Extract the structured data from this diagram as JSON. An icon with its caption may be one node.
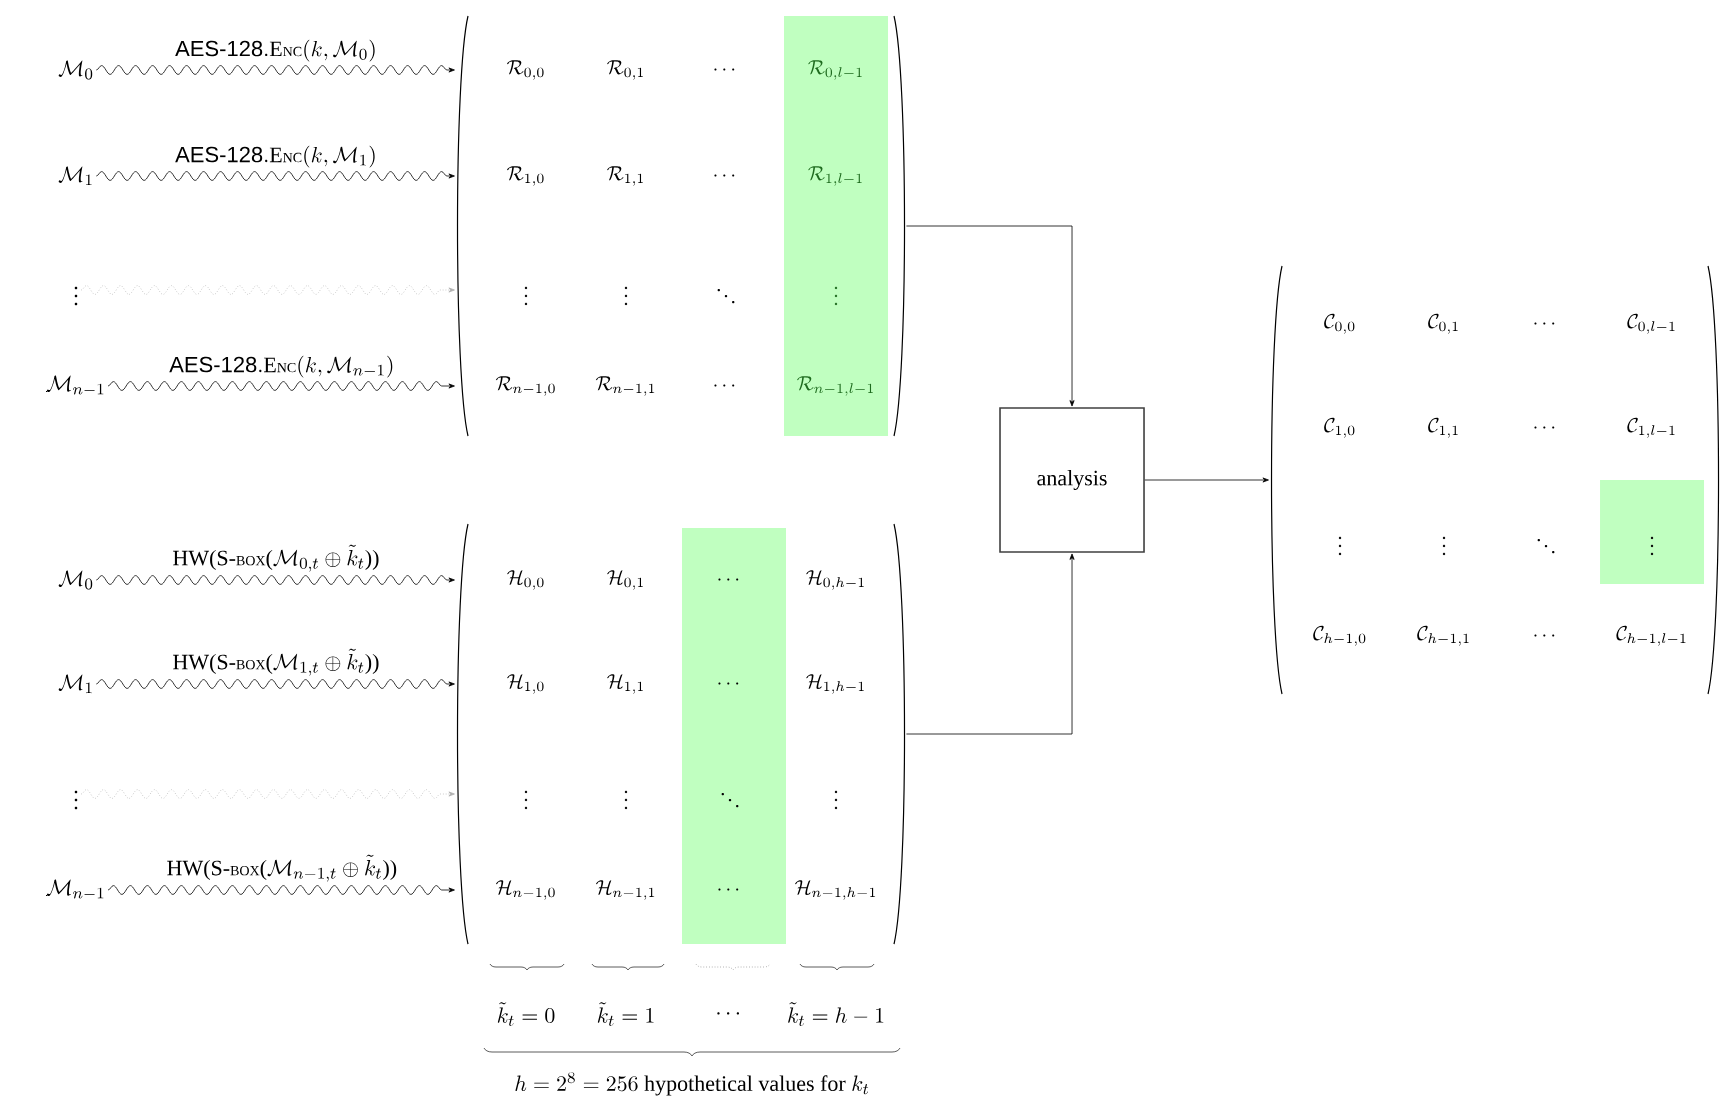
{
  "diagram": {
    "nodes": [
      {
        "text": [
          "\\mathcal{M}_{0}"
        ]
      },
      {
        "text": [
          "\\mathcal{M}_{1}"
        ]
      },
      {
        "text": [
          "\\vdots"
        ]
      },
      {
        "text": [
          "\\mathcal{M}_{n-1}"
        ]
      },
      {
        "text": [
          "\\mathcal{R}_{0,0}",
          "\\mathcal{R}_{0,1}",
          "\\cdots",
          "\\mathcal{R}_{0,l-1}",
          "\\mathcal{R}_{1,0}",
          "\\mathcal{R}_{1,1}",
          "\\cdots",
          "\\mathcal{R}_{1,l-1}",
          "\\vdots",
          "\\vdots",
          "\\ddots",
          "\\vdots",
          "\\mathcal{R}_{n-1,0}",
          "\\mathcal{R}_{n-1,1}",
          "\\cdots",
          "\\mathcal{R}_{n-1,l-1}"
        ]
      },
      {
        "text": [
          "\\mathcal{M}_{0}"
        ]
      },
      {
        "text": [
          "\\mathcal{M}_{1}"
        ]
      },
      {
        "text": [
          "\\vdots"
        ]
      },
      {
        "text": [
          "\\mathcal{M}_{n-1}"
        ]
      },
      {
        "text": [
          "\\mathcal{H}_{0,0}",
          "\\mathcal{H}_{0,1}",
          "\\cdots",
          "\\mathcal{H}_{0,h-1}",
          "\\mathcal{H}_{1,0}",
          "\\mathcal{H}_{1,1}",
          "\\cdots",
          "\\mathcal{H}_{1,h-1}",
          "\\vdots",
          "\\vdots",
          "\\ddots",
          "\\vdots",
          "\\mathcal{H}_{n-1,0}",
          "\\mathcal{H}_{n-1,1}",
          "\\cdots",
          "\\mathcal{H}_{n-1,h-1}"
        ]
      },
      {
        "text": [
          "analysis"
        ]
      },
      {
        "text": [
          "\\mathcal{C}_{0,0}",
          "\\mathcal{C}_{0,1}",
          "\\cdots",
          "\\mathcal{C}_{0,l-1}",
          "\\mathcal{C}_{1,0}",
          "\\mathcal{C}_{1,1}",
          "\\cdots",
          "\\mathcal{C}_{1,l-1}",
          "\\vdots",
          "\\vdots",
          "\\ddots",
          "\\vdots",
          "\\mathcal{C}_{h-1,0}",
          "\\mathcal{C}_{h-1,1}",
          "\\cdots",
          "\\mathcal{C}_{h-1,l-1}"
        ]
      }
    ],
    "edges": [
      {
        "from": 0,
        "to": 4,
        "arrow": "to",
        "label": "\\textsf{AES-128}.\\textrm{E{\\scriptsize NC}}(k, \\mathcal{M}_{0})"
      },
      {
        "from": 1,
        "to": 4,
        "arrow": "to",
        "label": "\\textsf{AES-128}.\\textrm{E{\\scriptsize NC}}(k, \\mathcal{M}_{1})"
      },
      {
        "from": 2,
        "to": 4,
        "arrow": "to",
        "style": "dashed",
        "color": "#b0b0b0"
      },
      {
        "from": 3,
        "to": 4,
        "arrow": "to",
        "label": "\\textsf{AES-128}.\\textrm{E{\\scriptsize NC}}(k, \\mathcal{M}_{n-1})"
      },
      {
        "from": 5,
        "to": 9,
        "arrow": "to",
        "label": "\\textrm{HW(S-{\\scriptsize BOX}(}\\mathcal{M}_{0,t} \\oplus \\tilde{k}_t\\textrm{))}"
      },
      {
        "from": 6,
        "to": 9,
        "arrow": "to",
        "label": "\\textrm{HW(S-{\\scriptsize BOX}(}\\mathcal{M}_{1,t} \\oplus \\tilde{k}_t\\textrm{))}"
      },
      {
        "from": 7,
        "to": 9,
        "arrow": "to",
        "style": "dashed",
        "color": "#b0b0b0"
      },
      {
        "from": 8,
        "to": 9,
        "arrow": "to",
        "label": "\\textrm{HW(S-{\\scriptsize BOX}(}\\mathcal{M}_{n-1,t} \\oplus \\tilde{k}_t\\textrm{))}"
      },
      {
        "from": 4,
        "to": 10,
        "arrow": "to"
      },
      {
        "from": 9,
        "to": 10,
        "arrow": "to"
      },
      {
        "from": 10,
        "to": 11,
        "arrow": "to"
      }
    ],
    "labels": [
      "\\tilde{k}_t = 0",
      "\\tilde{k}_t = 1",
      "\\cdots",
      "\\tilde{k}_t = h - 1",
      "h = 2^{8} = 256 \\textrm{ hypothetical values for } k_t"
    ]
  }
}
